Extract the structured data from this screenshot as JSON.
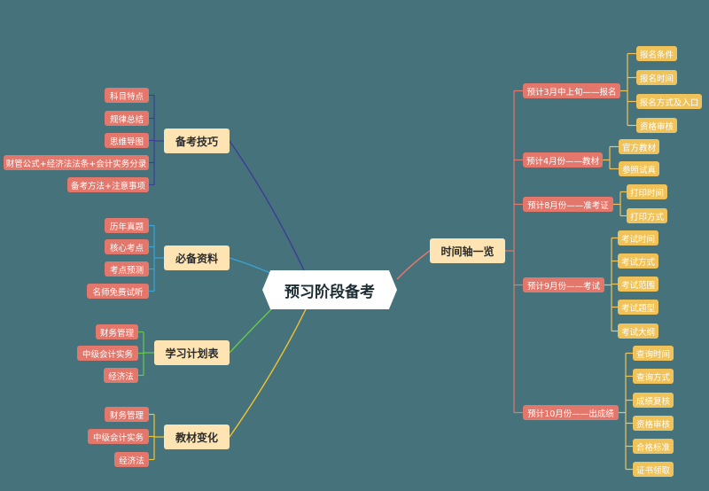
{
  "center": "预习阶段备考",
  "left": [
    {
      "label": "备考技巧",
      "leaves": [
        "科目特点",
        "规律总结",
        "思维导图",
        "财管公式+经济法法条+会计实务分录",
        "备考方法+注意事项"
      ]
    },
    {
      "label": "必备资料",
      "leaves": [
        "历年真题",
        "核心考点",
        "考点预测",
        "名师免费试听"
      ]
    },
    {
      "label": "学习计划表",
      "leaves": [
        "财务管理",
        "中级会计实务",
        "经济法"
      ]
    },
    {
      "label": "教材变化",
      "leaves": [
        "财务管理",
        "中级会计实务",
        "经济法"
      ]
    }
  ],
  "right": {
    "label": "时间轴一览",
    "items": [
      {
        "label": "预计3月中上旬——报名",
        "leaves": [
          "报名条件",
          "报名时间",
          "报名方式及入口",
          "资格审核"
        ]
      },
      {
        "label": "预计4月份——教材",
        "leaves": [
          "官方教材",
          "参照试真"
        ]
      },
      {
        "label": "预计8月份——准考证",
        "leaves": [
          "打印时间",
          "打印方式"
        ]
      },
      {
        "label": "预计9月份——考试",
        "leaves": [
          "考试时间",
          "考试方式",
          "考试范围",
          "考试题型",
          "考试大纲"
        ]
      },
      {
        "label": "预计10月份——出成绩",
        "leaves": [
          "查询时间",
          "查询方式",
          "成绩复核",
          "资格审核",
          "合格标准",
          "证书领取"
        ]
      }
    ]
  },
  "colors": {
    "background": "#46737b",
    "branch": "#fde4b2",
    "leaf_left": "#e4776b",
    "leaf_right": "#f0c25a",
    "edge_skills": "#3b3c97",
    "edge_materials": "#3aa3d6",
    "edge_plan": "#67c94a",
    "edge_textbook": "#f2c230",
    "edge_timeline": "#e4776b"
  }
}
